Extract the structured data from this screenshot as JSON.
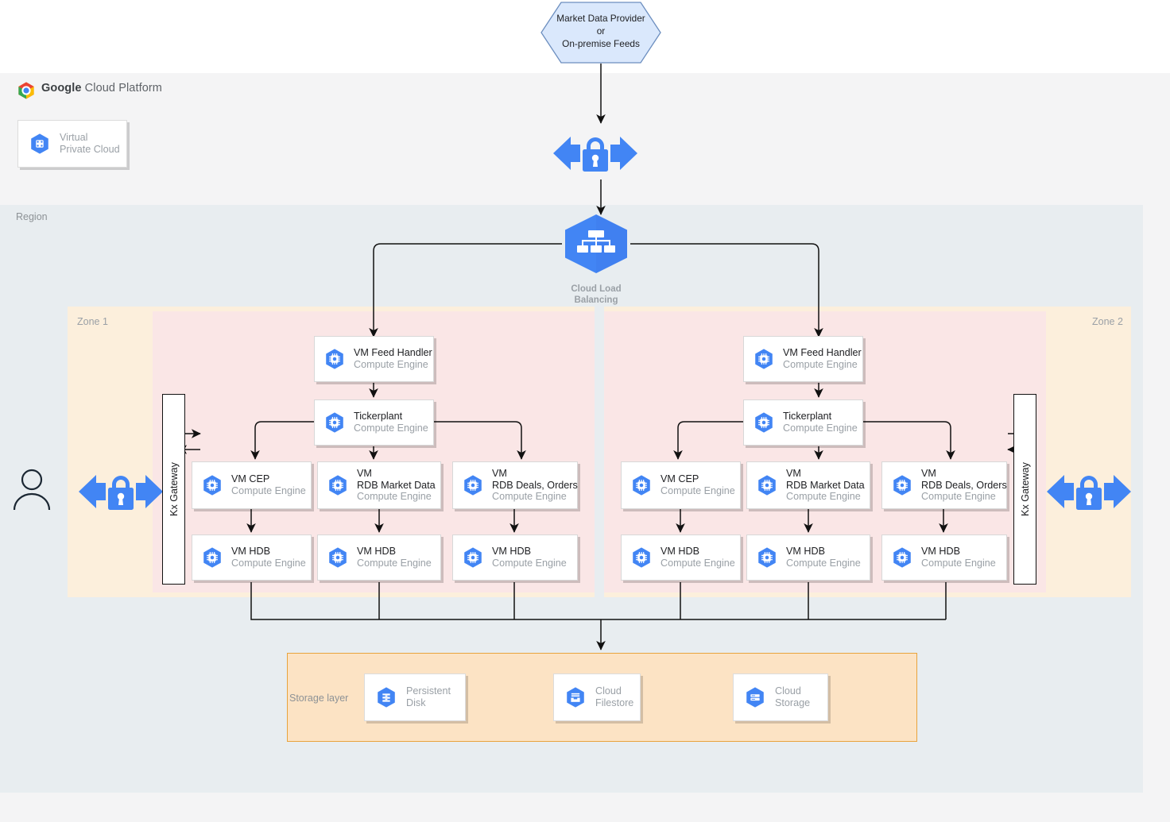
{
  "source": {
    "icon": "hexagon-source",
    "line1": "Market Data Provider",
    "line2": "or",
    "line3": "On-premise Feeds"
  },
  "gcp": {
    "logo_icon": "google-cloud-logo-icon",
    "title_bold": "Google",
    "title_rest": " Cloud Platform",
    "vpc": {
      "icon": "virtual-private-cloud-icon",
      "line1": "Virtual",
      "line2": "Private Cloud"
    }
  },
  "region": {
    "label": "Region"
  },
  "load_balancer": {
    "icon": "cloud-load-balancing-icon",
    "caption_line1": "Cloud Load",
    "caption_line2": "Balancing"
  },
  "gateways": {
    "top_lock": "secure-lock-gateway-icon",
    "left_lock": "secure-lock-gateway-icon",
    "right_lock": "secure-lock-gateway-icon",
    "user": "user-actor-icon"
  },
  "zones": [
    {
      "label": "Zone 1",
      "kx_gateway": "Kx Gateway",
      "feed_handler": {
        "icon": "compute-engine-icon",
        "title": "VM Feed Handler",
        "subtitle": "Compute Engine"
      },
      "tickerplant": {
        "icon": "compute-engine-icon",
        "title": "Tickerplant",
        "subtitle": "Compute Engine"
      },
      "mid_row": [
        {
          "icon": "compute-engine-icon",
          "title": "VM CEP",
          "title2": "",
          "subtitle": "Compute Engine"
        },
        {
          "icon": "compute-engine-icon",
          "title": "VM",
          "title2": "RDB Market Data",
          "subtitle": "Compute Engine"
        },
        {
          "icon": "compute-engine-icon",
          "title": "VM",
          "title2": "RDB Deals, Orders",
          "subtitle": "Compute Engine"
        }
      ],
      "hdb_row": [
        {
          "icon": "compute-engine-icon",
          "title": "VM HDB",
          "subtitle": "Compute Engine"
        },
        {
          "icon": "compute-engine-icon",
          "title": "VM HDB",
          "subtitle": "Compute Engine"
        },
        {
          "icon": "compute-engine-icon",
          "title": "VM HDB",
          "subtitle": "Compute Engine"
        }
      ]
    },
    {
      "label": "Zone 2",
      "kx_gateway": "Kx Gateway",
      "feed_handler": {
        "icon": "compute-engine-icon",
        "title": "VM Feed Handler",
        "subtitle": "Compute Engine"
      },
      "tickerplant": {
        "icon": "compute-engine-icon",
        "title": "Tickerplant",
        "subtitle": "Compute Engine"
      },
      "mid_row": [
        {
          "icon": "compute-engine-icon",
          "title": "VM CEP",
          "title2": "",
          "subtitle": "Compute Engine"
        },
        {
          "icon": "compute-engine-icon",
          "title": "VM",
          "title2": "RDB Market Data",
          "subtitle": "Compute Engine"
        },
        {
          "icon": "compute-engine-icon",
          "title": "VM",
          "title2": "RDB Deals, Orders",
          "subtitle": "Compute Engine"
        }
      ],
      "hdb_row": [
        {
          "icon": "compute-engine-icon",
          "title": "VM HDB",
          "subtitle": "Compute Engine"
        },
        {
          "icon": "compute-engine-icon",
          "title": "VM HDB",
          "subtitle": "Compute Engine"
        },
        {
          "icon": "compute-engine-icon",
          "title": "VM HDB",
          "subtitle": "Compute Engine"
        }
      ]
    }
  ],
  "storage": {
    "label": "Storage layer",
    "items": [
      {
        "icon": "persistent-disk-icon",
        "line1": "Persistent",
        "line2": "Disk"
      },
      {
        "icon": "cloud-filestore-icon",
        "line1": "Cloud",
        "line2": "Filestore"
      },
      {
        "icon": "cloud-storage-icon",
        "line1": "Cloud",
        "line2": "Storage"
      }
    ]
  },
  "colors": {
    "gcp_panel": "#F4F4F5",
    "region": "#E8EDF0",
    "zone": "#FCEFDC",
    "zone_inner": "#FAE6E6",
    "storage": "#FCE3C4",
    "storage_border": "#E8A33D",
    "google_blue": "#4285F4",
    "source_fill": "#DAE8FC",
    "source_stroke": "#6C8EBF"
  }
}
